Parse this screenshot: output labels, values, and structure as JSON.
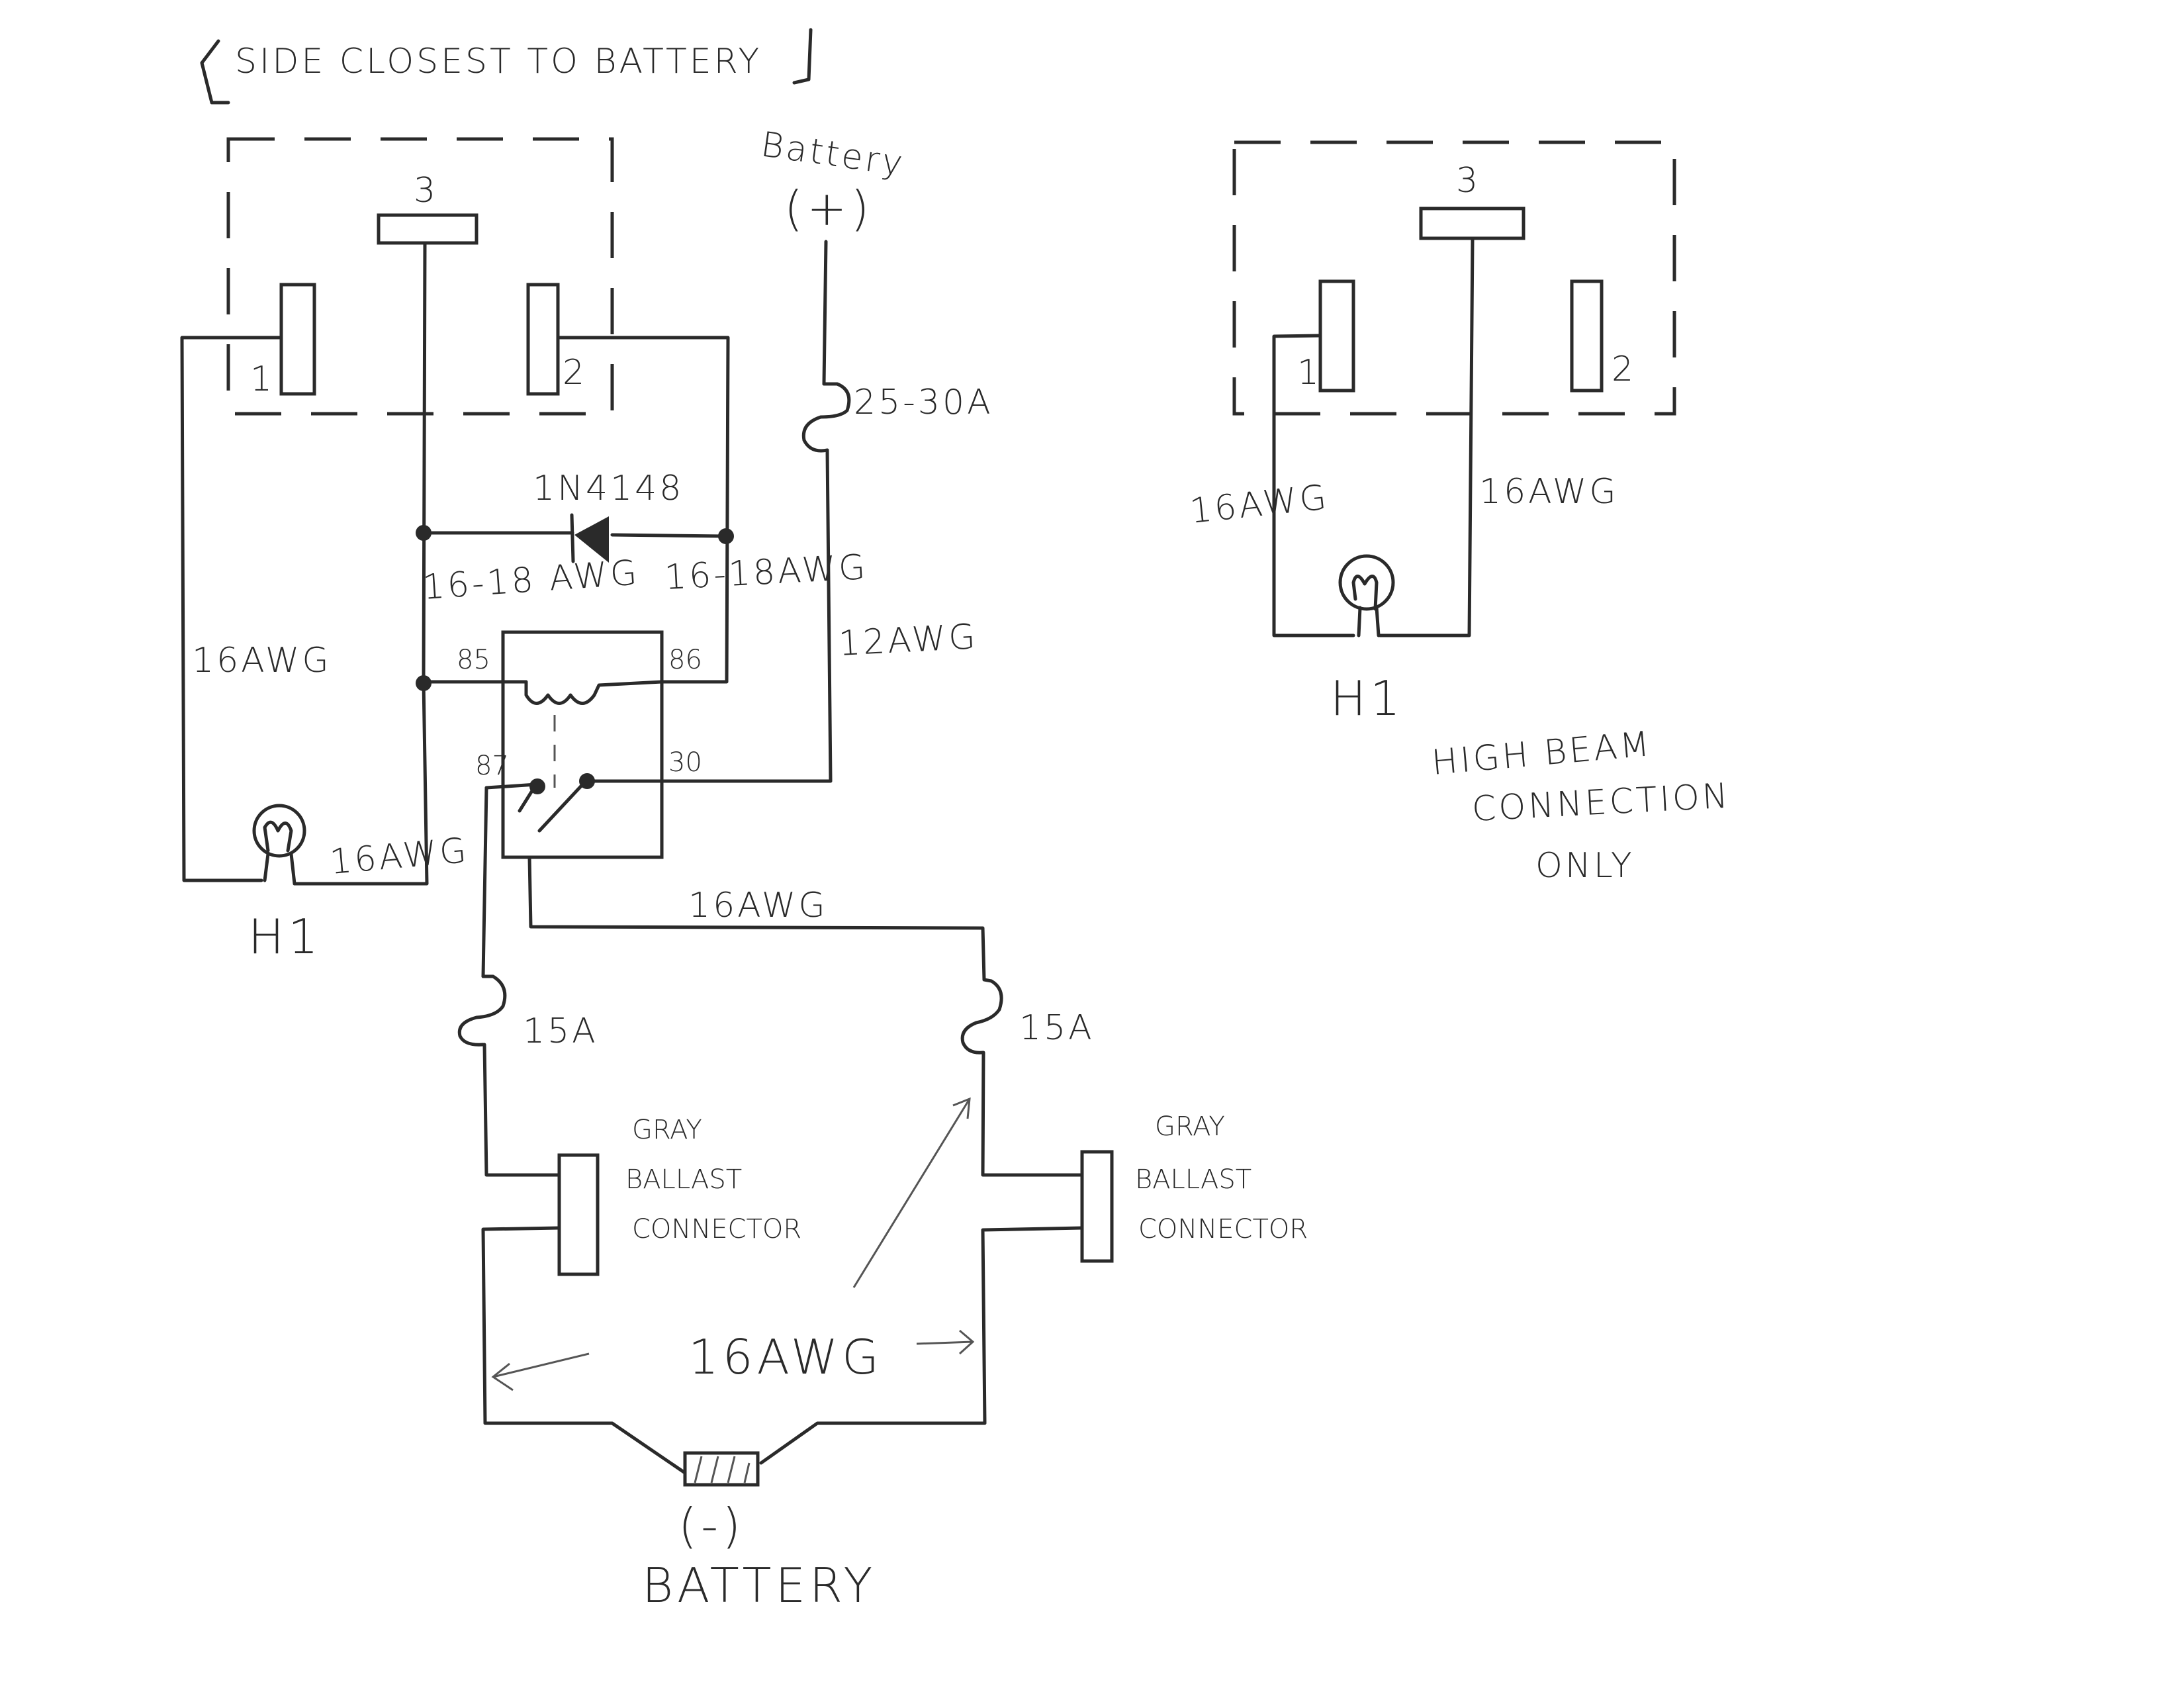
{
  "title": "SIDE CLOSEST TO BATTERY",
  "main_diagram": {
    "connector": {
      "pin3_label": "3",
      "pin1_label": "1",
      "pin2_label": "2"
    },
    "battery_positive": {
      "label": "Battery",
      "symbol": "(+)"
    },
    "main_fuse_label": "25-30A",
    "diode_label": "1N4148",
    "wire_labels": {
      "left_coil_wire": "16-18 AWG",
      "right_coil_wire": "16-18AWG",
      "left_outer_wire": "16AWG",
      "lamp_return_wire": "16AWG",
      "battery_feed_wire": "12AWG",
      "relay_output_wire": "16AWG",
      "ground_wire": "16AWG"
    },
    "relay": {
      "pin85": "85",
      "pin86": "86",
      "pin87": "87",
      "pin30": "30"
    },
    "lamp_label": "H1",
    "fuse_left_label": "15A",
    "fuse_right_label": "15A",
    "ballast_left": [
      "GRAY",
      "BALLAST",
      "CONNECTOR"
    ],
    "ballast_right": [
      "GRAY",
      "BALLAST",
      "CONNECTOR"
    ],
    "battery_negative": {
      "symbol": "(-)",
      "label": "BATTERY"
    }
  },
  "high_beam_diagram": {
    "pin3_label": "3",
    "pin1_label": "1",
    "pin2_label": "2",
    "wire_left_label": "16AWG",
    "wire_right_label": "16AWG",
    "lamp_label": "H1",
    "note": [
      "HIGH BEAM",
      "CONNECTION",
      "ONLY"
    ]
  }
}
